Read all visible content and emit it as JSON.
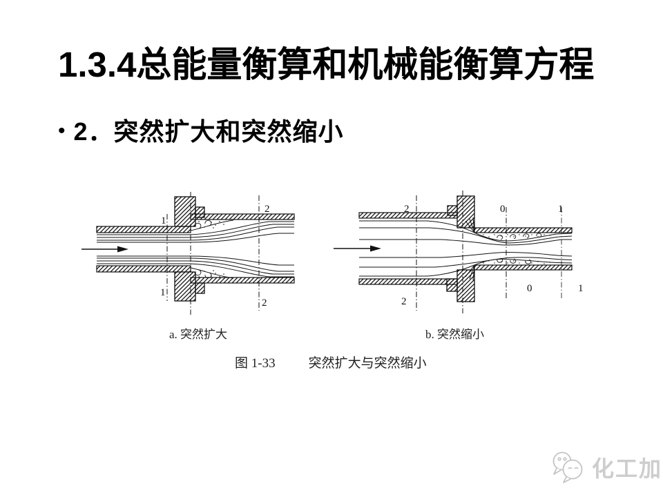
{
  "slide": {
    "title": "1.3.4总能量衡算和机械能衡算方程",
    "bullet_marker": "•",
    "bullet": "2．突然扩大和突然缩小"
  },
  "figure": {
    "caption_a": "a. 突然扩大",
    "caption_b": "b. 突然缩小",
    "number": "图 1-33",
    "title": "突然扩大与突然缩小",
    "labels_a": {
      "top_1": "1",
      "bottom_1": "1",
      "top_2": "2",
      "bottom_2": "2"
    },
    "labels_b": {
      "top_2": "2",
      "bottom_2": "2",
      "top_0": "0",
      "bottom_0": "0",
      "top_1": "1",
      "bottom_1": "1"
    }
  },
  "watermark": {
    "text": "化工加",
    "color": "#cdcdcd"
  }
}
